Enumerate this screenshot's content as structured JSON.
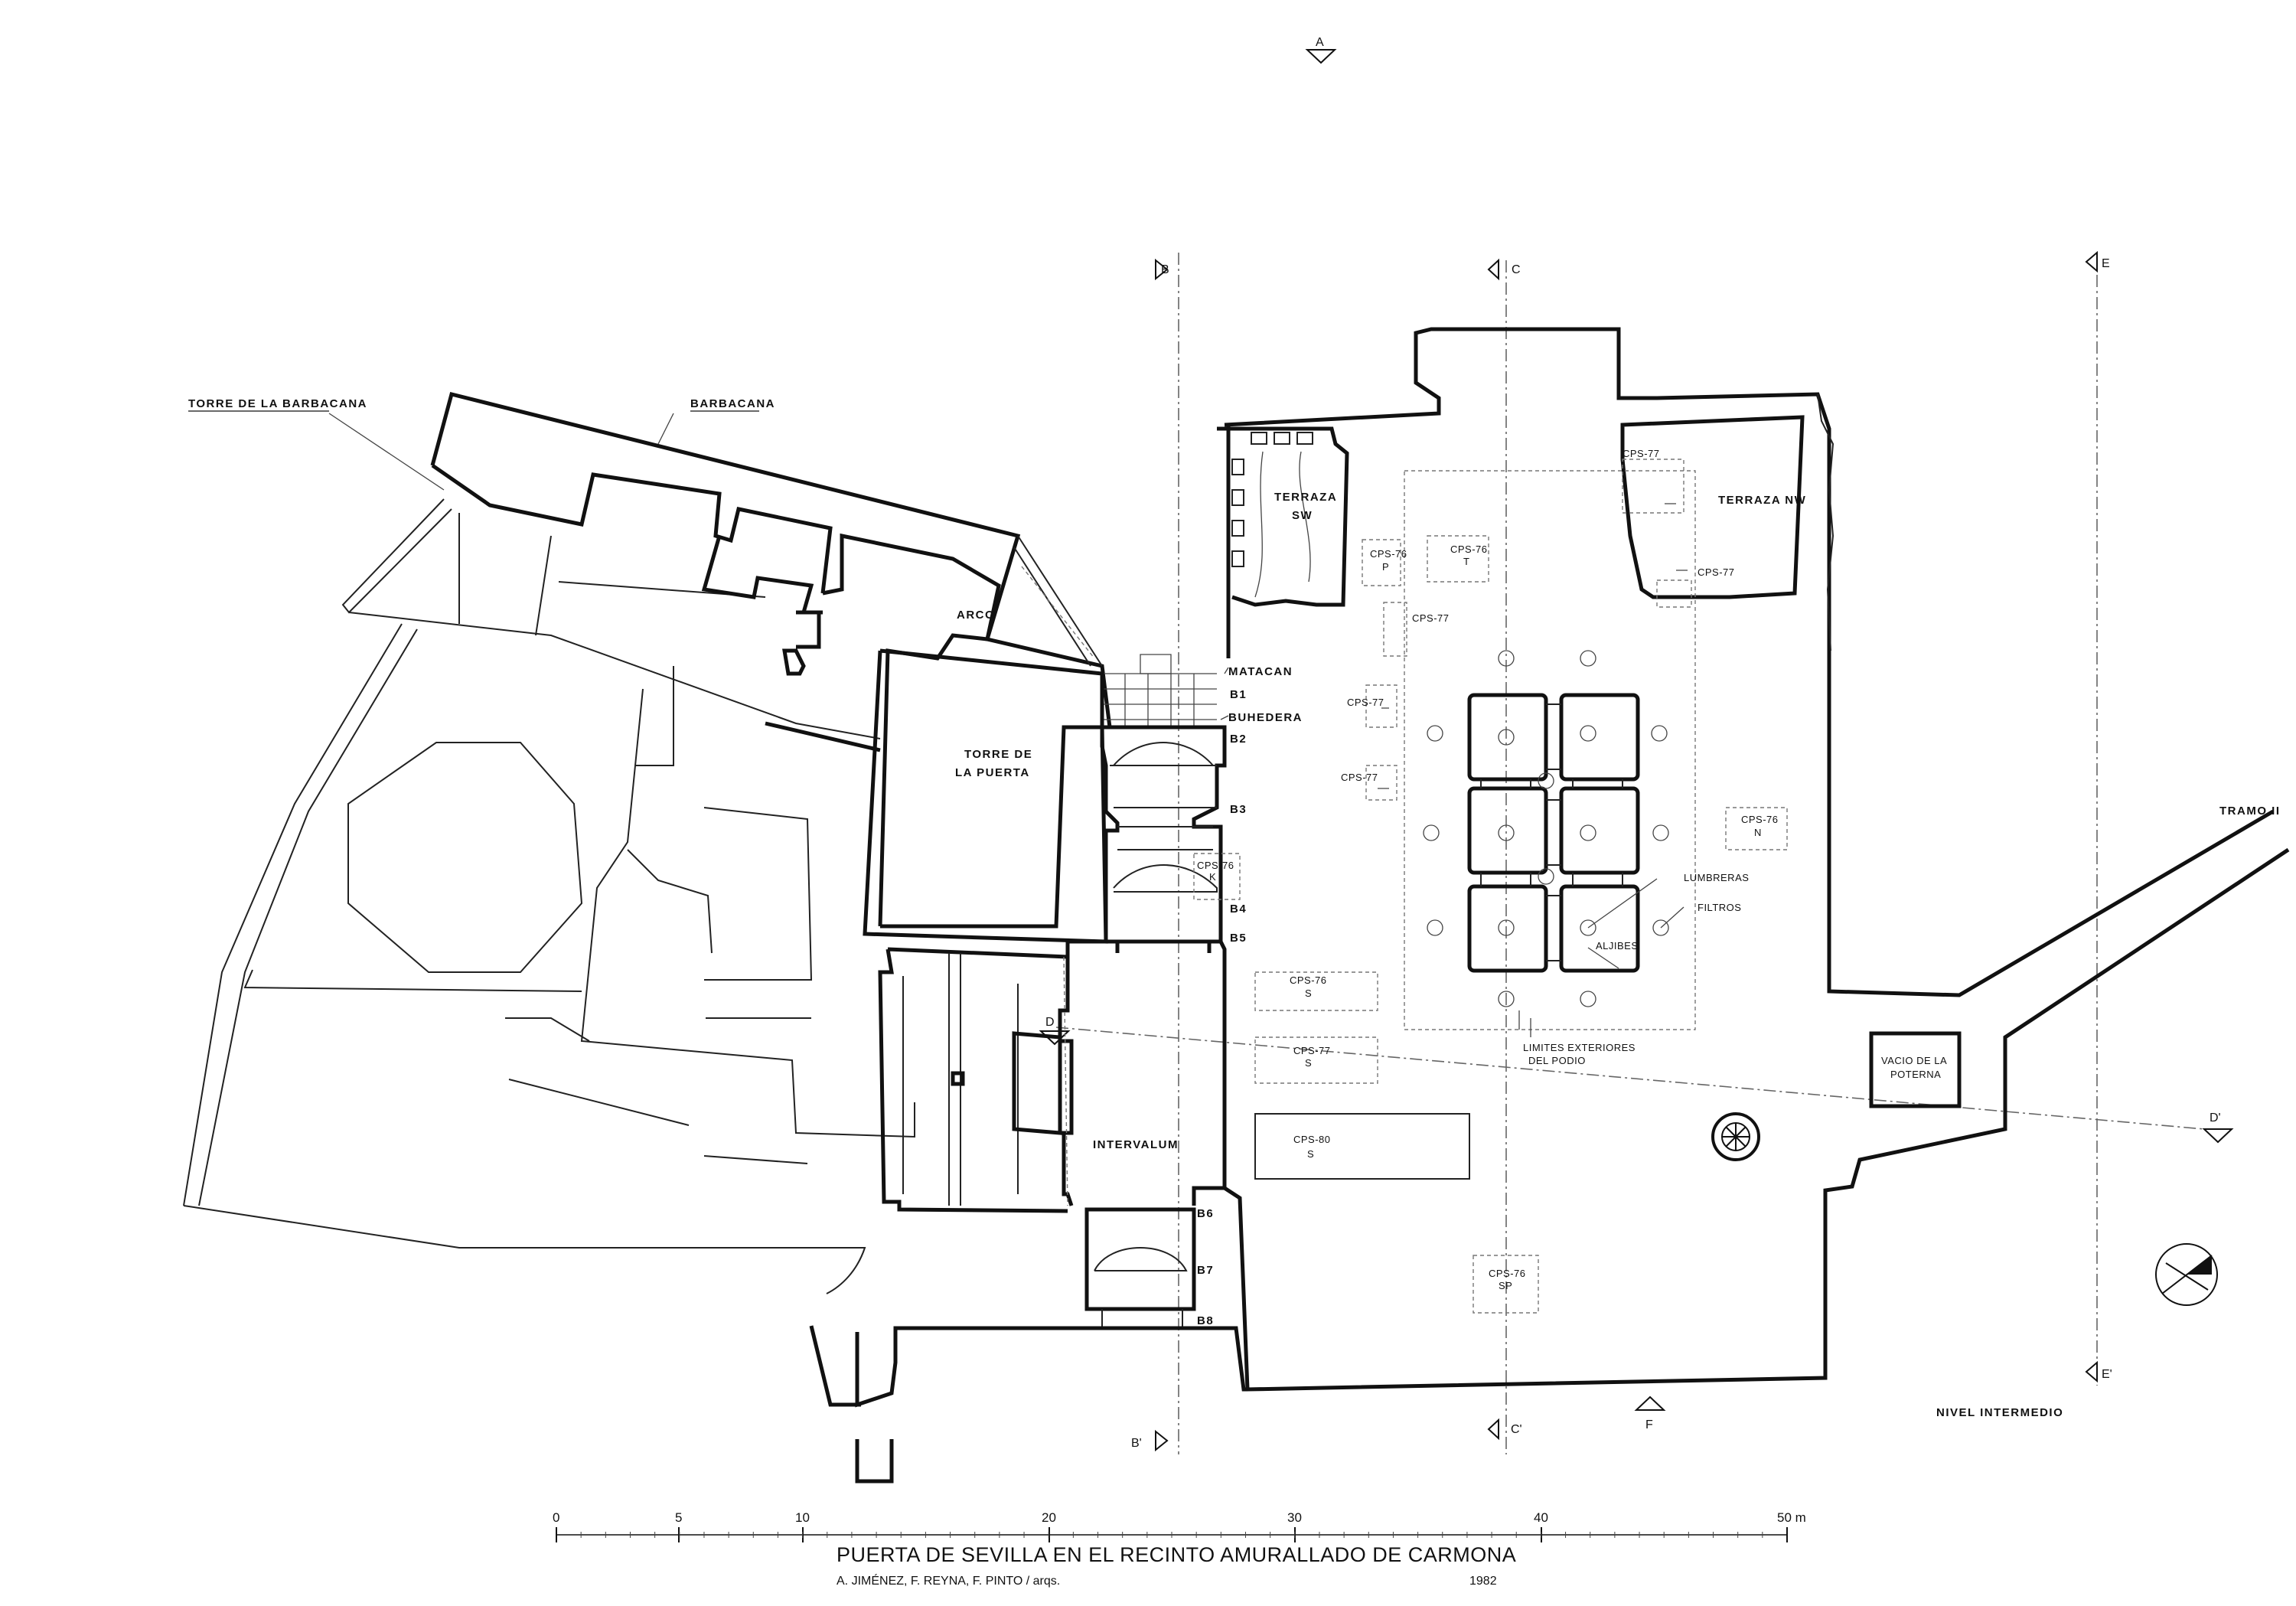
{
  "title": "PUERTA DE SEVILLA EN EL RECINTO AMURALLADO DE CARMONA",
  "authors": "A. JIMÉNEZ, F. REYNA, F. PINTO / arqs.",
  "year": "1982",
  "level": "NIVEL INTERMEDIO",
  "tramo": "TRAMO II",
  "scale": {
    "ticks": [
      "0",
      "5",
      "10",
      "20",
      "30",
      "40",
      "50 m"
    ]
  },
  "sections": {
    "a": "A",
    "b": "B",
    "b_prime": "B'",
    "c": "C",
    "c_prime": "C'",
    "d": "D",
    "d_prime": "D'",
    "e": "E",
    "e_prime": "E'",
    "f": "F"
  },
  "labels": {
    "torre_barbacana": "TORRE DE LA BARBACANA",
    "barbacana": "BARBACANA",
    "arco": "ARCO",
    "torre_puerta_1": "TORRE DE",
    "torre_puerta_2": "LA PUERTA",
    "matacan": "MATACAN",
    "buhedera": "BUHEDERA",
    "terraza_sw_1": "TERRAZA",
    "terraza_sw_2": "SW",
    "terraza_nw": "TERRAZA NW",
    "intervalum": "INTERVALUM",
    "lumbreras": "LUMBRERAS",
    "filtros": "FILTROS",
    "aljibes": "ALJIBES",
    "limites_1": "LIMITES EXTERIORES",
    "limites_2": "DEL PODIO",
    "vacio_1": "VACIO DE LA",
    "vacio_2": "POTERNA"
  },
  "bays": [
    "B1",
    "B2",
    "B3",
    "B4",
    "B5",
    "B6",
    "B7",
    "B8"
  ],
  "cps": {
    "c77_nw": "CPS-77",
    "c77_nw2": "CPS-77",
    "c76_p_1": "CPS-76",
    "c76_p_2": "P",
    "c76_t_1": "CPS-76",
    "c76_t_2": "T",
    "c77_a": "CPS-77",
    "c77_b": "CPS-77",
    "c77_c": "CPS-77",
    "c76_n_1": "CPS-76",
    "c76_n_2": "N",
    "c76_k_1": "CPS-76",
    "c76_k_2": "K",
    "c76_s_1": "CPS-76",
    "c76_s_2": "S",
    "c77_s_1": "CPS-77",
    "c77_s_2": "S",
    "c80_s_1": "CPS-80",
    "c80_s_2": "S",
    "c76_sp_1": "CPS-76",
    "c76_sp_2": "SP"
  }
}
